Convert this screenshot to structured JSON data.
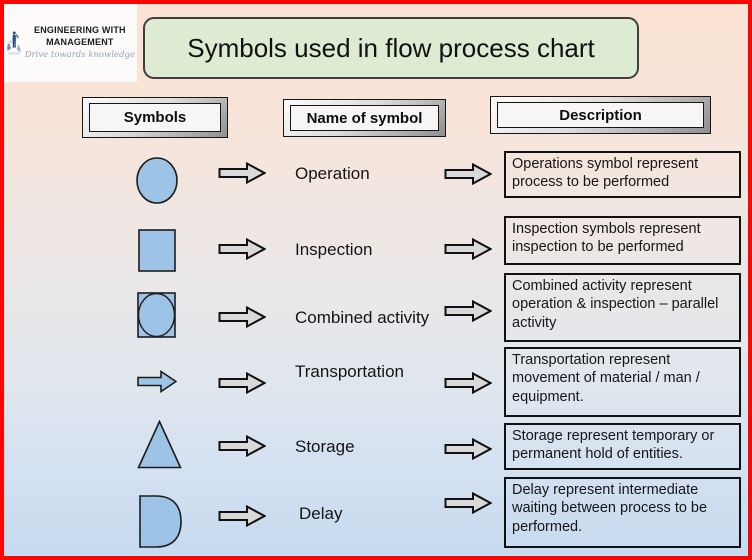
{
  "logo": {
    "line1": "ENGINEERING WITH",
    "line2": "MANAGEMENT",
    "tagline": "Drive towards knowledge"
  },
  "title": "Symbols used in flow process chart",
  "columns": {
    "symbols": "Symbols",
    "name": "Name of symbol",
    "description": "Description"
  },
  "rows": [
    {
      "symbol_icon": "operation-ellipse-icon",
      "name": "Operation",
      "description": "Operations symbol represent process to be performed"
    },
    {
      "symbol_icon": "inspection-square-icon",
      "name": "Inspection",
      "description": "Inspection symbols represent inspection to be performed"
    },
    {
      "symbol_icon": "combined-circle-in-square-icon",
      "name": "Combined activity",
      "description": "Combined activity represent operation & inspection – parallel activity"
    },
    {
      "symbol_icon": "transportation-arrow-icon",
      "name": "Transportation",
      "description": "Transportation represent movement of material / man / equipment."
    },
    {
      "symbol_icon": "storage-triangle-icon",
      "name": "Storage",
      "description": "Storage represent temporary or permanent hold of entities."
    },
    {
      "symbol_icon": "delay-d-shape-icon",
      "name": "Delay",
      "description": "Delay represent intermediate waiting between process to be performed."
    }
  ],
  "colors": {
    "frame_border": "#fb0703",
    "symbol_fill": "#9dc3e6",
    "flow_arrow_fill": "#d9d9d9",
    "title_bg": "#ddebd2",
    "bg_top": "#fbe3d3",
    "bg_bottom": "#c6daf0"
  }
}
